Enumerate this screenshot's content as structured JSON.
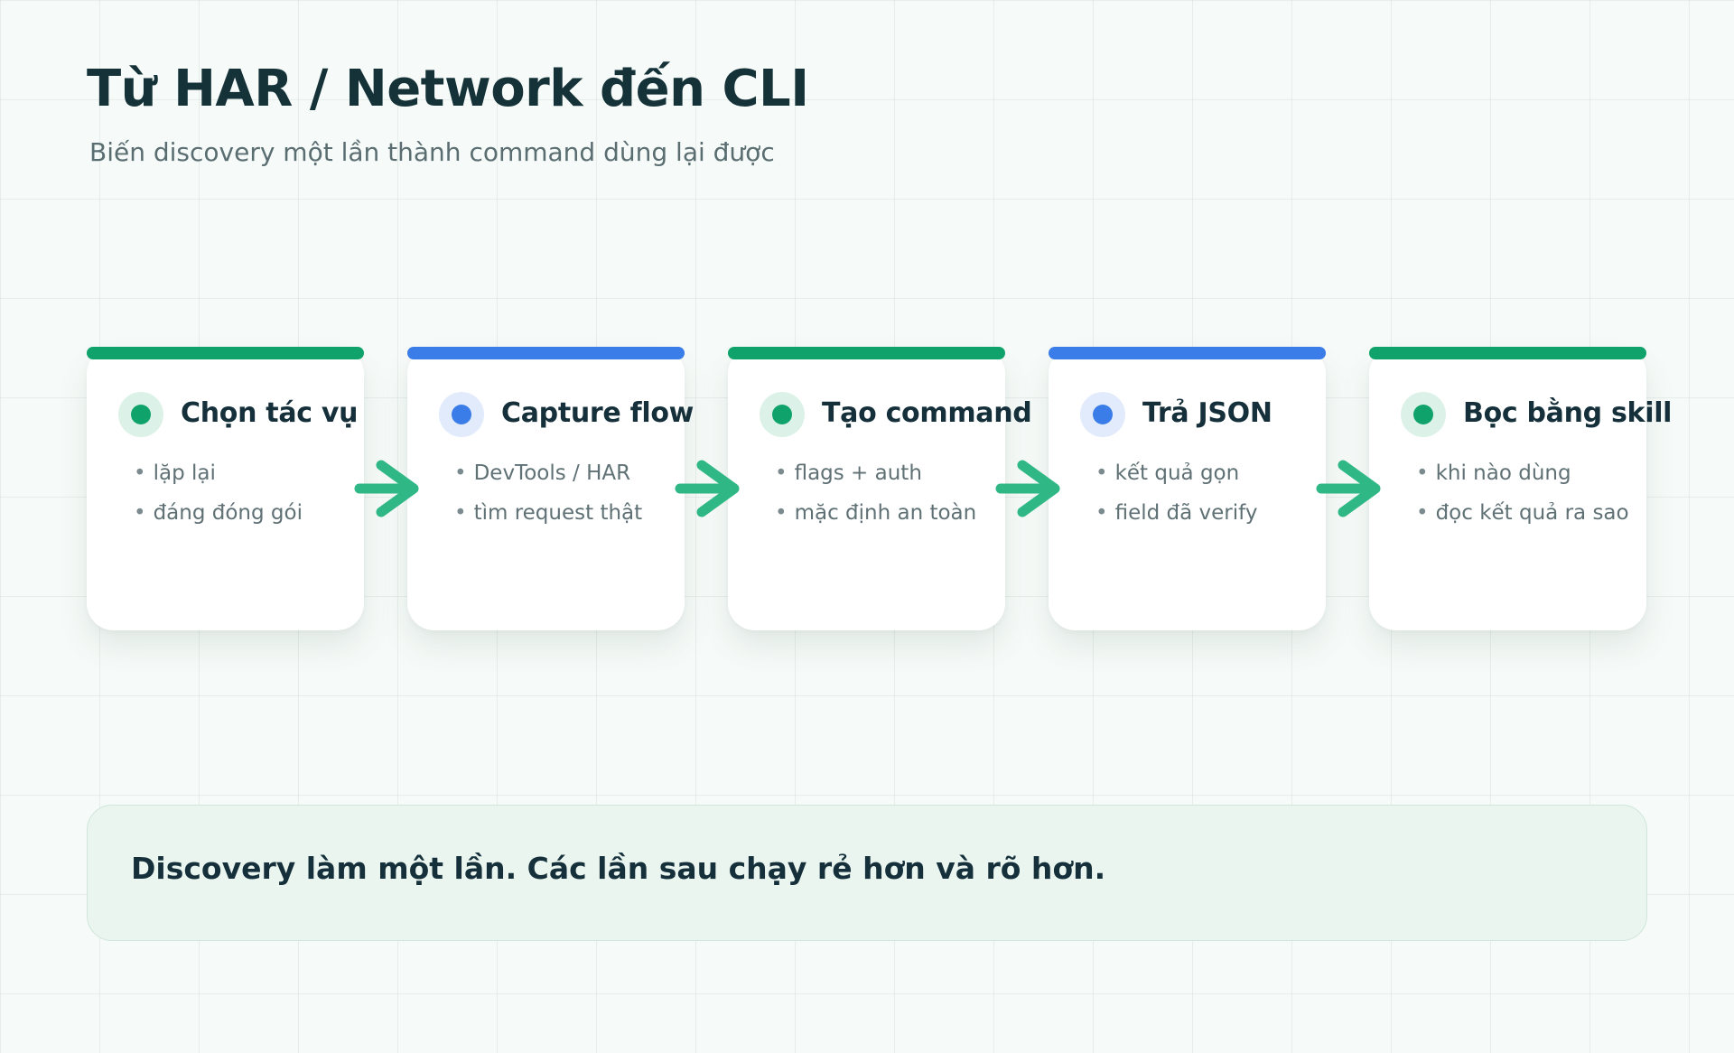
{
  "title": "Từ HAR / Network đến CLI",
  "subtitle": "Biến discovery một lần thành command dùng lại được",
  "colors": {
    "green": "#0fa36b",
    "green_soft": "#dcf1e8",
    "blue": "#3b7de8",
    "blue_soft": "#e2ebfb",
    "arrow": "#2fb885"
  },
  "steps": [
    {
      "title": "Chọn tác vụ",
      "accent": "green",
      "items": [
        "lặp lại",
        "đáng đóng gói"
      ]
    },
    {
      "title": "Capture flow",
      "accent": "blue",
      "items": [
        "DevTools / HAR",
        "tìm request thật"
      ]
    },
    {
      "title": "Tạo command",
      "accent": "green",
      "items": [
        "flags + auth",
        "mặc định an toàn"
      ]
    },
    {
      "title": "Trả JSON",
      "accent": "blue",
      "items": [
        "kết quả gọn",
        "field đã verify"
      ]
    },
    {
      "title": "Bọc bằng skill",
      "accent": "green",
      "items": [
        "khi nào dùng",
        "đọc kết quả ra sao"
      ]
    }
  ],
  "banner": {
    "text": "Discovery làm một lần. Các lần sau chạy rẻ hơn và rõ hơn."
  }
}
